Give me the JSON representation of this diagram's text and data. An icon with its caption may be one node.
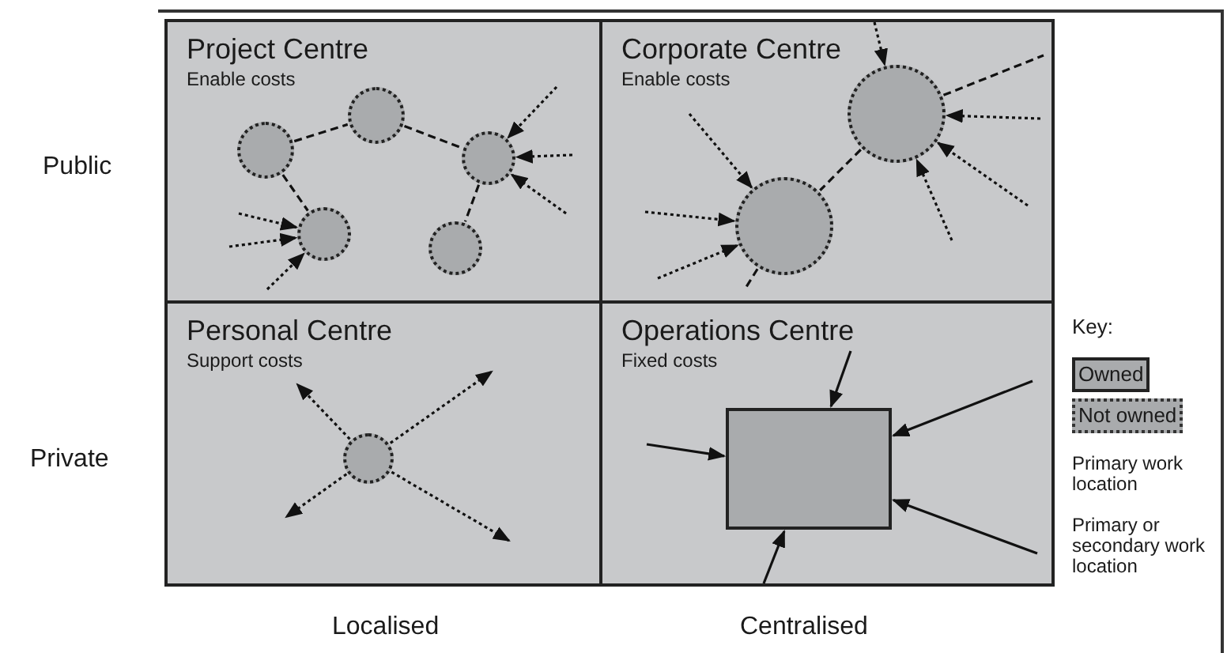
{
  "diagram": {
    "nodes": [
      {
        "text": [
          "Project Centre",
          "Enable costs"
        ]
      },
      {
        "text": [],
        "shape": "circle",
        "in": 0
      },
      {
        "text": [],
        "shape": "circle",
        "in": 0
      },
      {
        "text": [],
        "shape": "circle",
        "in": 0
      },
      {
        "text": [],
        "shape": "circle",
        "in": 0
      },
      {
        "text": [],
        "shape": "circle",
        "in": 0
      },
      {
        "text": [
          "Corporate Centre",
          "Enable costs"
        ]
      },
      {
        "text": [],
        "shape": "circle",
        "in": 6
      },
      {
        "text": [],
        "shape": "circle",
        "in": 6
      },
      {
        "text": [
          "Personal Centre",
          "Support costs"
        ]
      },
      {
        "text": [],
        "shape": "circle",
        "in": 9
      },
      {
        "text": [
          "Operations Centre",
          "Fixed costs"
        ]
      },
      {
        "text": [],
        "shape": "box",
        "in": 11
      }
    ],
    "edges": [
      {
        "from": 1,
        "to": 2,
        "arrow": "none",
        "style": "dashed"
      },
      {
        "from": 2,
        "to": 3,
        "arrow": "none",
        "style": "dashed"
      },
      {
        "from": 1,
        "to": 4,
        "arrow": "none",
        "style": "dashed"
      },
      {
        "from": 3,
        "to": 5,
        "arrow": "none",
        "style": "dashed"
      },
      {
        "from": null,
        "to": 3,
        "arrow": "to",
        "style": "dashed"
      },
      {
        "from": null,
        "to": 3,
        "arrow": "to",
        "style": "dashed"
      },
      {
        "from": null,
        "to": 3,
        "arrow": "to",
        "style": "dashed"
      },
      {
        "from": null,
        "to": 4,
        "arrow": "to",
        "style": "dashed"
      },
      {
        "from": null,
        "to": 4,
        "arrow": "to",
        "style": "dashed"
      },
      {
        "from": null,
        "to": 4,
        "arrow": "to",
        "style": "dashed"
      },
      {
        "from": 7,
        "to": 8,
        "arrow": "none",
        "style": "dashed"
      },
      {
        "from": 7,
        "to": null,
        "arrow": "none",
        "style": "dashed"
      },
      {
        "from": 8,
        "to": null,
        "arrow": "none",
        "style": "dashed"
      },
      {
        "from": null,
        "to": 7,
        "arrow": "to",
        "style": "dashed"
      },
      {
        "from": null,
        "to": 7,
        "arrow": "to",
        "style": "dashed"
      },
      {
        "from": null,
        "to": 7,
        "arrow": "to",
        "style": "dashed"
      },
      {
        "from": null,
        "to": 7,
        "arrow": "to",
        "style": "dashed"
      },
      {
        "from": null,
        "to": 8,
        "arrow": "to",
        "style": "dashed"
      },
      {
        "from": null,
        "to": 8,
        "arrow": "to",
        "style": "dashed"
      },
      {
        "from": null,
        "to": 8,
        "arrow": "to",
        "style": "dashed"
      },
      {
        "from": 10,
        "to": null,
        "arrow": "to",
        "style": "dashed"
      },
      {
        "from": 10,
        "to": null,
        "arrow": "to",
        "style": "dashed"
      },
      {
        "from": 10,
        "to": null,
        "arrow": "to",
        "style": "dashed"
      },
      {
        "from": 10,
        "to": null,
        "arrow": "to",
        "style": "dashed"
      },
      {
        "from": null,
        "to": 12,
        "arrow": "to"
      },
      {
        "from": null,
        "to": 12,
        "arrow": "to"
      },
      {
        "from": null,
        "to": 12,
        "arrow": "to"
      },
      {
        "from": null,
        "to": 12,
        "arrow": "to"
      },
      {
        "from": null,
        "to": 12,
        "arrow": "to"
      }
    ],
    "labels": [
      "Public",
      "Private",
      "Localised",
      "Centralised",
      "Key:",
      "Primary work location",
      "Primary or secondary work location"
    ],
    "legend": [
      {
        "text": "Owned",
        "color": "#a9abad"
      },
      {
        "text": "Not owned",
        "color": "#a9abad"
      }
    ]
  }
}
